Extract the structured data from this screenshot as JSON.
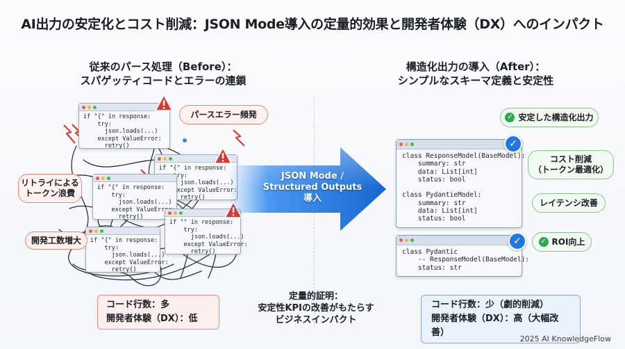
{
  "title": "AI出力の安定化とコスト削減：JSON Mode導入の定量的効果と開発者体験（DX）へのインパクト",
  "before": {
    "heading_line1": "従来のパース処理（Before）：",
    "heading_line2": "スパゲッティコードとエラーの連鎖",
    "code_1": "if \"{\" in response:\n    try:\n      json.loads(...)\n    except ValueError:\n      retry()",
    "code_2": "if \"{\" in response:\n    try:\n      json.loads(...)\n    except ValueError:\n      retry()",
    "code_3": "if \"{\" in response:\n    try:\n      json.loads(...)\n    except ValueError:\n      retry()",
    "code_4": "if \"\" in response:\n    try:\n      json.loads(...)\n    except ValueError:\n      retry()",
    "code_5": "if \"{\" in response:\n    try:\n      json.loads(...)\n    except ValueError:\n      retry()",
    "bubble_parse_error": "パースエラー頻発",
    "bubble_retry_line1": "リトライによる",
    "bubble_retry_line2": "トークン浪費",
    "bubble_effort": "開発工数増大",
    "summary_line1": "コード行数：多",
    "summary_line2": "開発者体験（DX）：低"
  },
  "arrow": {
    "line1": "JSON Mode /",
    "line2": "Structured Outputs",
    "line3": "導入"
  },
  "center_caption": {
    "line1": "定量的証明：",
    "line2": "安定性KPIの改善がもたらす",
    "line3": "ビジネスインパクト"
  },
  "after": {
    "heading_line1": "構造化出力の導入（After）：",
    "heading_line2": "シンプルなスキーマ定義と安定性",
    "code_1": "class ResponseModel(BaseModel):\n    summary: str\n    data: List[int]\n    status: bool\n\nclass PydantieModel:\n    summary: str\n    data: List[int]\n    status: bool",
    "code_2": "class Pydantic\n    -- ResponseModel(BaseModel):\n    status: str",
    "badge_stable": "安定した構造化出力",
    "badge_cost_line1": "コスト削減",
    "badge_cost_line2": "（トークン最適化）",
    "badge_latency": "レイテンシ改善",
    "badge_roi": "ROI向上",
    "summary_line1": "コード行数：少（劇的削減）",
    "summary_line2": "開発者体験（DX）：高（大幅改善）"
  },
  "footer": "2025 AI KnowledgeFlow",
  "colors": {
    "arrow_blue": "#1e7be6",
    "warning_red": "#d93a32",
    "check_blue": "#1f78e0",
    "check_green": "#2fa84f"
  }
}
